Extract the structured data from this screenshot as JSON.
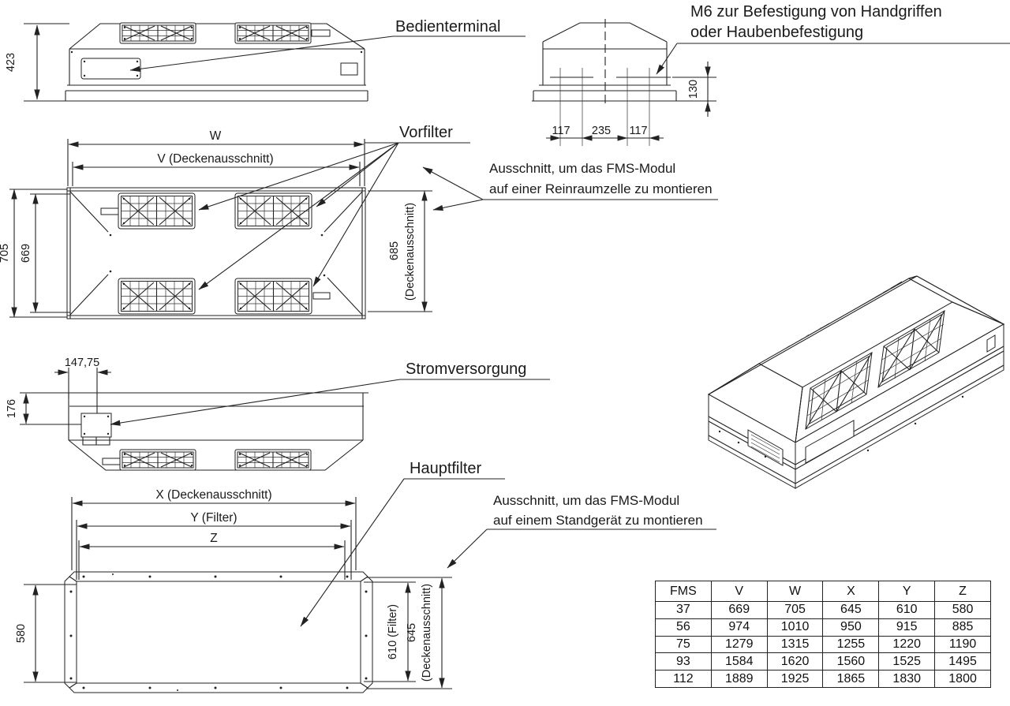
{
  "labels": {
    "bedienterminal": "Bedienterminal",
    "m6_line1": "M6 zur Befestigung von Handgriffen",
    "m6_line2": "oder Haubenbefestigung",
    "vorfilter": "Vorfilter",
    "stromversorgung": "Stromversorgung",
    "hauptfilter": "Hauptfilter",
    "ausschnitt_reinraum_line1": "Ausschnitt, um das FMS-Modul",
    "ausschnitt_reinraum_line2": "auf einer Reinraumzelle zu montieren",
    "ausschnitt_standgeraet_line1": "Ausschnitt, um das FMS-Modul",
    "ausschnitt_standgeraet_line2": "auf einem Standgerät zu montieren"
  },
  "dims": {
    "side_height": "423",
    "end_height": "130",
    "end_d1": "117",
    "end_d2": "235",
    "end_d3": "117",
    "top_w": "W",
    "top_v": "V (Deckenausschnitt)",
    "top_h_outer": "705",
    "top_h_inner": "669",
    "top_cut": "685",
    "top_cut_sub": "(Deckenausschnitt)",
    "power_offset": "147,75",
    "power_height": "176",
    "bottom_x": "X (Deckenausschnitt)",
    "bottom_y": "Y (Filter)",
    "bottom_z": "Z",
    "bottom_h": "580",
    "bottom_filter": "610 (Filter)",
    "bottom_cut": "645",
    "bottom_cut_sub": "(Deckenausschnitt)"
  },
  "table": {
    "headers": [
      "FMS",
      "V",
      "W",
      "X",
      "Y",
      "Z"
    ],
    "rows": [
      [
        "37",
        "669",
        "705",
        "645",
        "610",
        "580"
      ],
      [
        "56",
        "974",
        "1010",
        "950",
        "915",
        "885"
      ],
      [
        "75",
        "1279",
        "1315",
        "1255",
        "1220",
        "1190"
      ],
      [
        "93",
        "1584",
        "1620",
        "1560",
        "1525",
        "1495"
      ],
      [
        "112",
        "1889",
        "1925",
        "1865",
        "1830",
        "1800"
      ]
    ]
  },
  "colors": {
    "line": "#222222",
    "text": "#1a1a1a",
    "background": "#ffffff"
  }
}
